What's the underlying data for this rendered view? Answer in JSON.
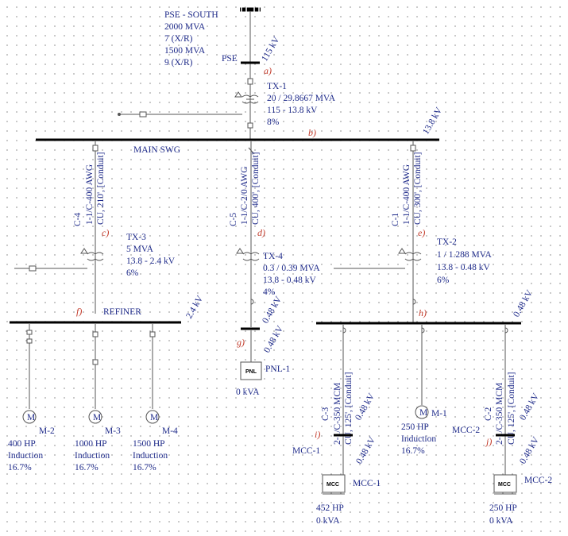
{
  "source": {
    "name": "PSE - SOUTH",
    "mva1": "2000 MVA",
    "xr1": "7 (X/R)",
    "mva2": "1500 MVA",
    "xr2": "9 (X/R)",
    "id": "PSE",
    "voltage": "115 kV",
    "node": "a)"
  },
  "tx1": {
    "id": "TX-1",
    "rating": "20 / 29.8667 MVA",
    "volts": "115 - 13.8 kV",
    "z": "8%"
  },
  "main_bus": {
    "name": "MAIN SWG",
    "node": "b)",
    "voltage": "13.8 kV"
  },
  "cables": {
    "c4": {
      "id": "C-4",
      "size": "1-1/C-400 AWG",
      "desc": "CU, 210', [Conduit]"
    },
    "c5": {
      "id": "C-5",
      "size": "1-1/C-2/0 AWG",
      "desc": "CU, 400', [Conduit]"
    },
    "c1": {
      "id": "C-1",
      "size": "1-1/C-400 AWG",
      "desc": "CU, 300', [Conduit]"
    },
    "c3": {
      "id": "C-3",
      "size": "2-1/C-350 MCM",
      "desc": "CU, 125', [Conduit]",
      "v": "0.48 kV"
    },
    "c2": {
      "id": "C-2",
      "size": "2-1/C-350 MCM",
      "desc": "CU, 125', [Conduit]",
      "v": "0.48 kV"
    }
  },
  "tx3": {
    "id": "TX-3",
    "rating": "5 MVA",
    "volts": "13.8 - 2.4 kV",
    "z": "6%",
    "node": "c)"
  },
  "tx4": {
    "id": "TX-4",
    "rating": "0.3 / 0.39 MVA",
    "volts": "13.8 - 0.48 kV",
    "z": "4%",
    "node": "d)"
  },
  "tx2": {
    "id": "TX-2",
    "rating": "1 / 1.288 MVA",
    "volts": "13.8 - 0.48 kV",
    "z": "6%",
    "node": "e)"
  },
  "refiner": {
    "name": "REFINER",
    "node": "f)",
    "voltage": "2.4 kV"
  },
  "pnl": {
    "bus_v_upper": "0.48 kV",
    "bus_v_lower": "0.48 kV",
    "node": "g)",
    "icon": "PNL",
    "id": "PNL-1",
    "load": "0 kVA"
  },
  "lv_bus": {
    "node": "h)",
    "voltage": "0.48 kV"
  },
  "motors": {
    "m2": {
      "id": "M-2",
      "hp": "400 HP",
      "type": "Induction",
      "pct": "16.7%"
    },
    "m3": {
      "id": "M-3",
      "hp": "1000 HP",
      "type": "Induction",
      "pct": "16.7%"
    },
    "m4": {
      "id": "M-4",
      "hp": "1500 HP",
      "type": "Induction",
      "pct": "16.7%"
    },
    "m1": {
      "id": "M-1",
      "hp": "250 HP",
      "type": "Induction",
      "pct": "16.7%"
    }
  },
  "mcc1": {
    "bus": "MCC-1",
    "node": "i)",
    "bus_v": "0.48 kV",
    "icon": "MCC",
    "id": "MCC-1",
    "hp": "452 HP",
    "load": "0 kVA"
  },
  "mcc2": {
    "bus": "MCC-2",
    "node": "j)",
    "bus_v": "0.48 kV",
    "icon": "MCC",
    "id": "MCC-2",
    "hp": "250 HP",
    "load": "0 kVA"
  },
  "colors": {
    "label": "#1f2b8a",
    "node": "#c23a2a",
    "bus": "#000000",
    "wire": "#555555"
  }
}
